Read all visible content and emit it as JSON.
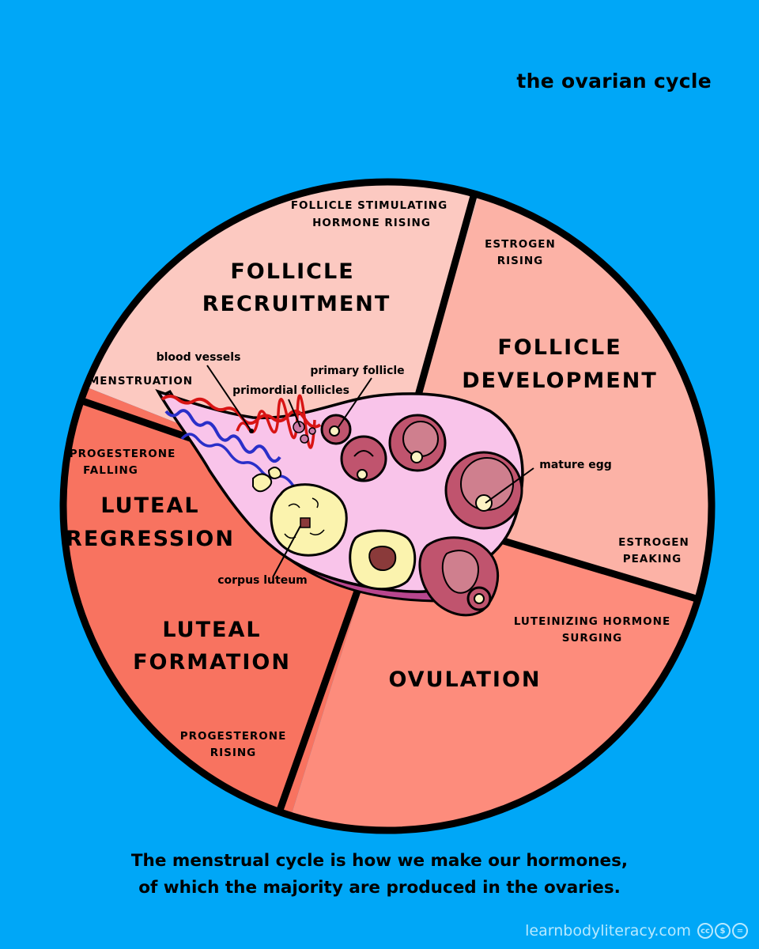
{
  "title": "the ovarian cycle",
  "caption": [
    "The menstrual cycle is how we make our hormones,",
    "of which the majority are produced in the ovaries."
  ],
  "credit": "learnbodyliteracy.com",
  "colors": {
    "background": "#00A7F7",
    "follicle_recruitment": "#FCC9C1",
    "follicle_development": "#FCB2A6",
    "ovulation": "#FD8C7C",
    "luteal_formation": "#F87360",
    "luteal_regression": "#F87360",
    "ovary": "#F9C4EA",
    "follicle": "#C0546E",
    "corpus_luteum": "#FBF3AE"
  },
  "phases": {
    "follicle_recruitment": {
      "name": [
        "FOLLICLE",
        "RECRUITMENT"
      ],
      "hormone": [
        "FOLLICLE STIMULATING",
        "HORMONE RISING"
      ],
      "extra": "MENSTRUATION"
    },
    "follicle_development": {
      "name": [
        "FOLLICLE",
        "DEVELOPMENT"
      ],
      "hormone_start": [
        "ESTROGEN",
        "RISING"
      ],
      "hormone_end": [
        "ESTROGEN",
        "PEAKING"
      ]
    },
    "ovulation": {
      "name": "OVULATION",
      "hormone": [
        "LUTEINIZING HORMONE",
        "SURGING"
      ]
    },
    "luteal_formation": {
      "name": [
        "LUTEAL",
        "FORMATION"
      ],
      "hormone": [
        "PROGESTERONE",
        "RISING"
      ]
    },
    "luteal_regression": {
      "name": [
        "LUTEAL",
        "REGRESSION"
      ],
      "hormone": [
        "PROGESTERONE",
        "FALLING"
      ]
    }
  },
  "ovary_labels": {
    "blood_vessels": "blood vessels",
    "primary_follicle": "primary follicle",
    "primordial_follicles": "primordial follicles",
    "mature_egg": "mature egg",
    "corpus_luteum": "corpus luteum"
  }
}
